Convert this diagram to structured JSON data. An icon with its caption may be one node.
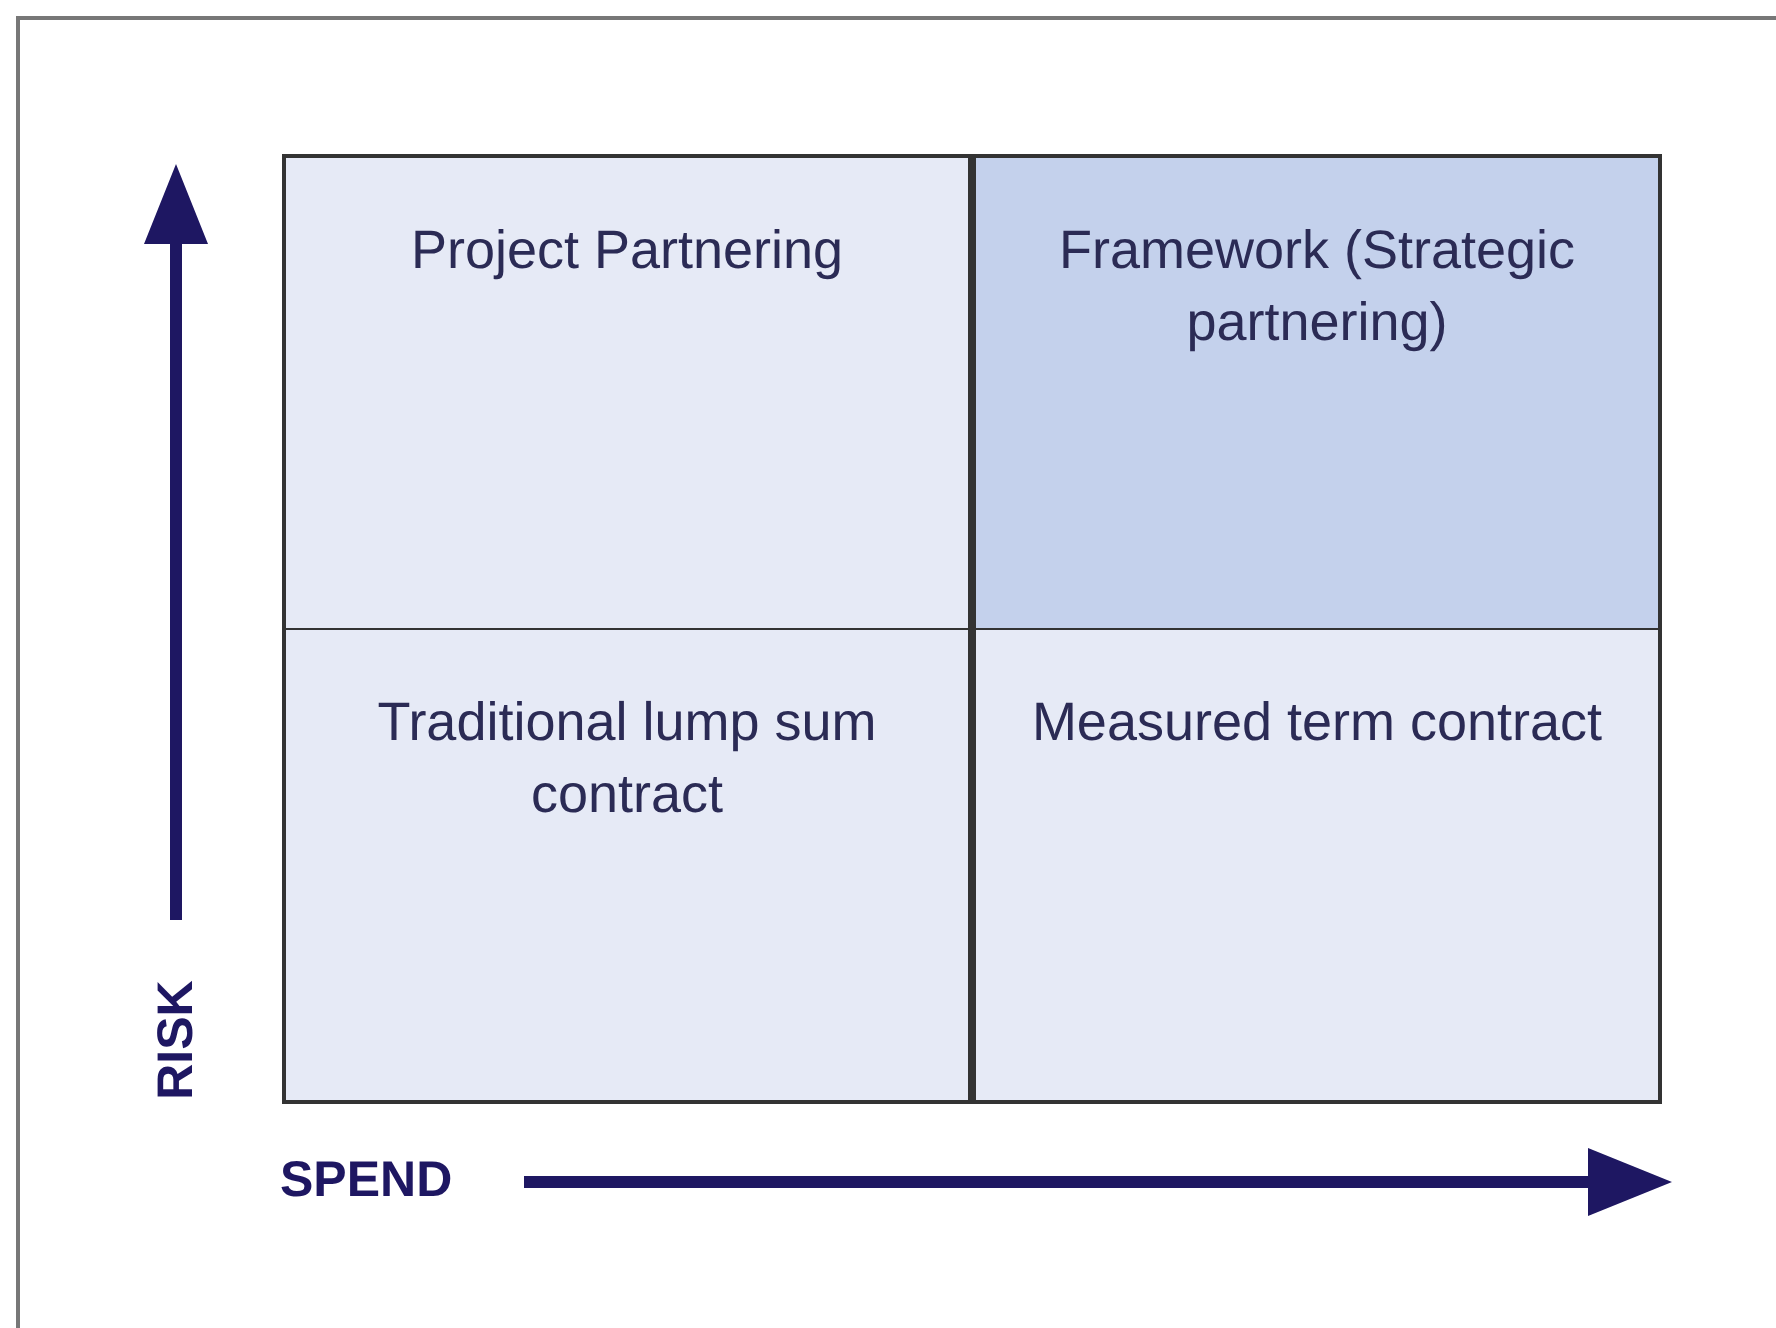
{
  "diagram": {
    "nodes": [
      {
        "text": [
          "Project Partnering"
        ]
      },
      {
        "text": [
          "Framework (Strategic partnering)"
        ]
      },
      {
        "text": [
          "Traditional lump sum contract"
        ]
      },
      {
        "text": [
          "Measured term contract"
        ]
      }
    ],
    "labels": [
      "RISK",
      "SPEND"
    ]
  }
}
